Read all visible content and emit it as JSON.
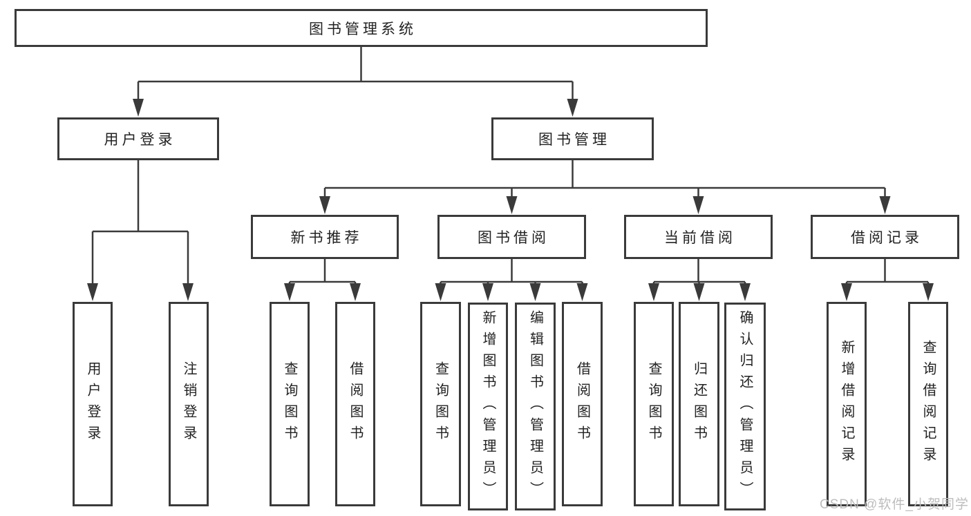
{
  "diagram": {
    "root": "图书管理系统",
    "level2": [
      "用户登录",
      "图书管理"
    ],
    "level3": [
      "新书推荐",
      "图书借阅",
      "当前借阅",
      "借阅记录"
    ],
    "leaves": {
      "login": [
        "用户登录",
        "注销登录"
      ],
      "recommend": [
        "查询图书",
        "借阅图书"
      ],
      "borrow": [
        "查询图书",
        "新增图书（管理员）",
        "编辑图书（管理员）",
        "借阅图书"
      ],
      "current": [
        "查询图书",
        "归还图书",
        "确认归还（管理员）"
      ],
      "records": [
        "新增借阅记录",
        "查询借阅记录"
      ]
    }
  },
  "watermark": "CSDN @软件_小贺同学",
  "colors": {
    "line": "#3a3a3a",
    "text": "#222222",
    "watermark": "#bdbdbd",
    "background": "#ffffff"
  }
}
